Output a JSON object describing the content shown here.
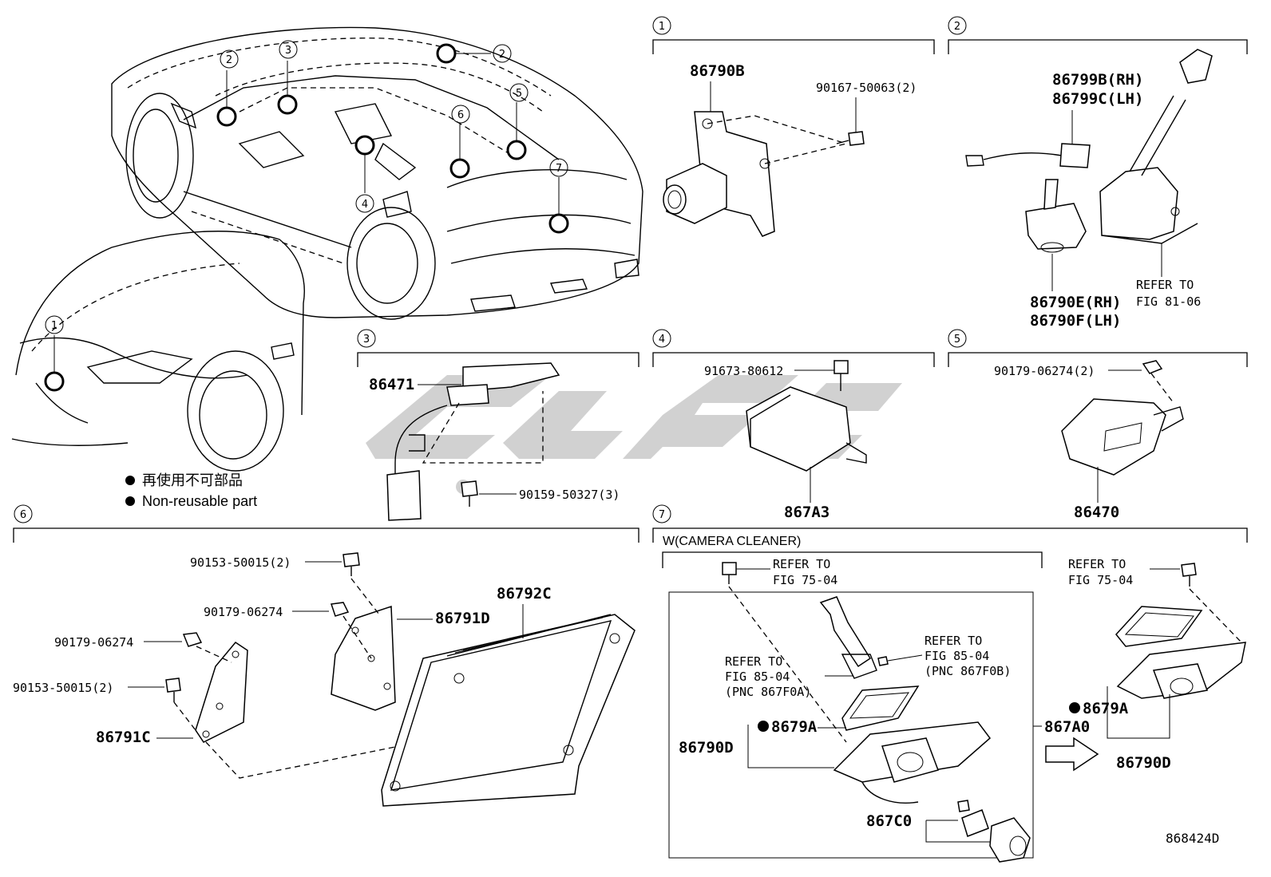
{
  "callouts": {
    "c1": "1",
    "c2": "2",
    "c3": "3",
    "c4": "4",
    "c5": "5",
    "c6": "6",
    "c7": "7"
  },
  "legend": {
    "ja": "再使用不可部品",
    "en": "Non-reusable part"
  },
  "s1": {
    "bracket_camera": "86790B",
    "screw": "90167-50063(2)"
  },
  "s2": {
    "sensor_rh": "86799B(RH)",
    "sensor_lh": "86799C(LH)",
    "camera_rh": "86790E(RH)",
    "camera_lh": "86790F(LH)",
    "refer_1": "REFER TO",
    "refer_2": "FIG 81-06"
  },
  "s3": {
    "mount": "86471",
    "bolt": "90159-50327(3)"
  },
  "s4": {
    "bolt": "91673-80612",
    "ecu": "867A3"
  },
  "s5": {
    "nut": "90179-06274(2)",
    "ecu": "86470"
  },
  "s6": {
    "bolt_a": "90153-50015(2)",
    "nut_a": "90179-06274",
    "nut_b": "90179-06274",
    "bolt_b": "90153-50015(2)",
    "ecu": "86792C",
    "bracket_d": "86791D",
    "bracket_c": "86791C"
  },
  "s7": {
    "variant": "W(CAMERA CLEANER)",
    "refer_a1": "REFER TO",
    "refer_a2": "FIG 75-04",
    "refer_b1": "REFER TO",
    "refer_b2": "FIG 85-04",
    "refer_b3": "(PNC 867F0A)",
    "refer_c1": "REFER TO",
    "refer_c2": "FIG 85-04",
    "refer_c3": "(PNC 867F0B)",
    "refer_d1": "REFER TO",
    "refer_d2": "FIG 75-04",
    "gasket": "8679A",
    "camera": "86790D",
    "assy": "867A0",
    "cover": "867C0",
    "gasket_2": "8679A",
    "camera_2": "86790D"
  },
  "illustration_id": "868424D"
}
